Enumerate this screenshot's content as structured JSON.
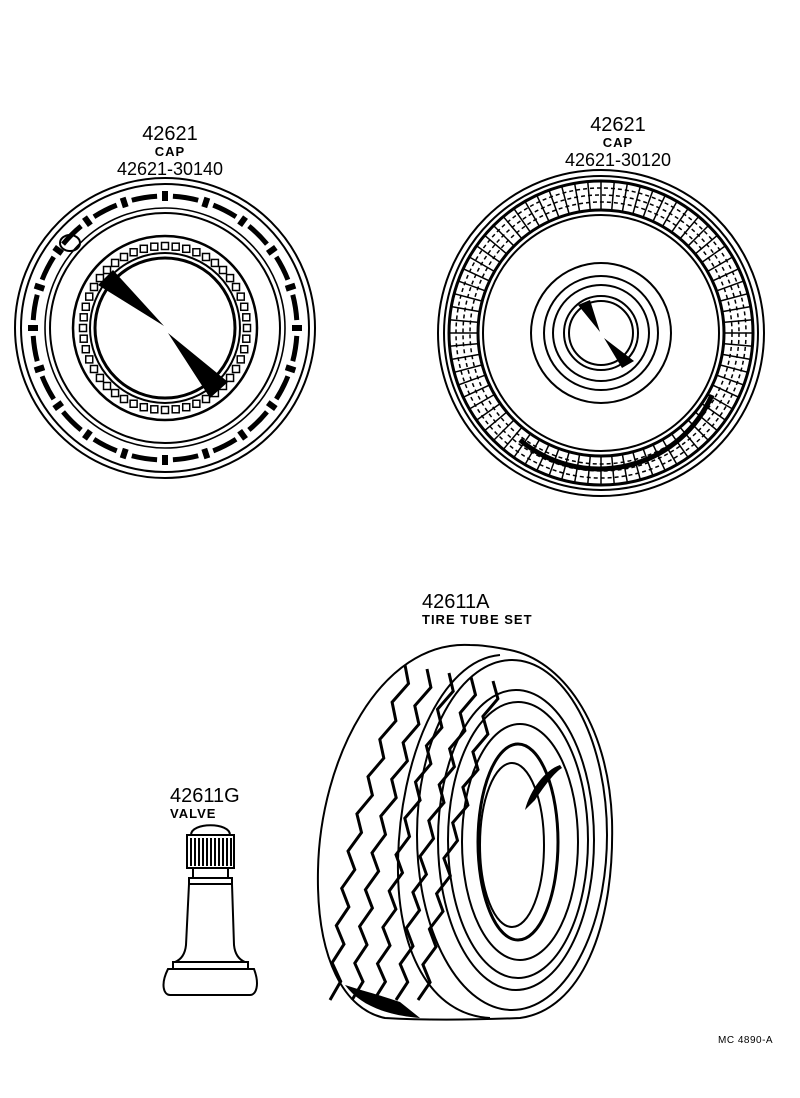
{
  "diagram": {
    "colors": {
      "ink": "#000000",
      "paper": "#ffffff"
    },
    "parts": [
      {
        "id": "cap-left",
        "part_number": "42621",
        "name": "CAP",
        "sub_number": "42621-30140"
      },
      {
        "id": "cap-right",
        "part_number": "42621",
        "name": "CAP",
        "sub_number": "42621-30120"
      },
      {
        "id": "tire-tube-set",
        "part_number": "42611A",
        "name": "TIRE TUBE SET"
      },
      {
        "id": "valve",
        "part_number": "42611G",
        "name": "VALVE"
      }
    ],
    "reference_code": "MC  4890-A"
  }
}
